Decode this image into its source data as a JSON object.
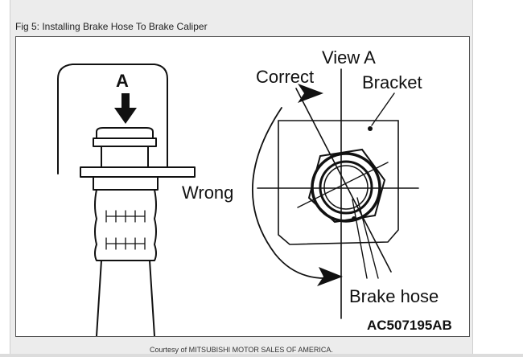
{
  "caption": "Fig 5: Installing Brake Hose To Brake Caliper",
  "diagram": {
    "label_a": "A",
    "label_view_a": "View A",
    "label_correct": "Correct",
    "label_bracket": "Bracket",
    "label_wrong": "Wrong",
    "label_brake_hose": "Brake hose",
    "figure_code": "AC507195AB"
  },
  "credit": "Courtesy of MITSUBISHI MOTOR SALES OF AMERICA."
}
